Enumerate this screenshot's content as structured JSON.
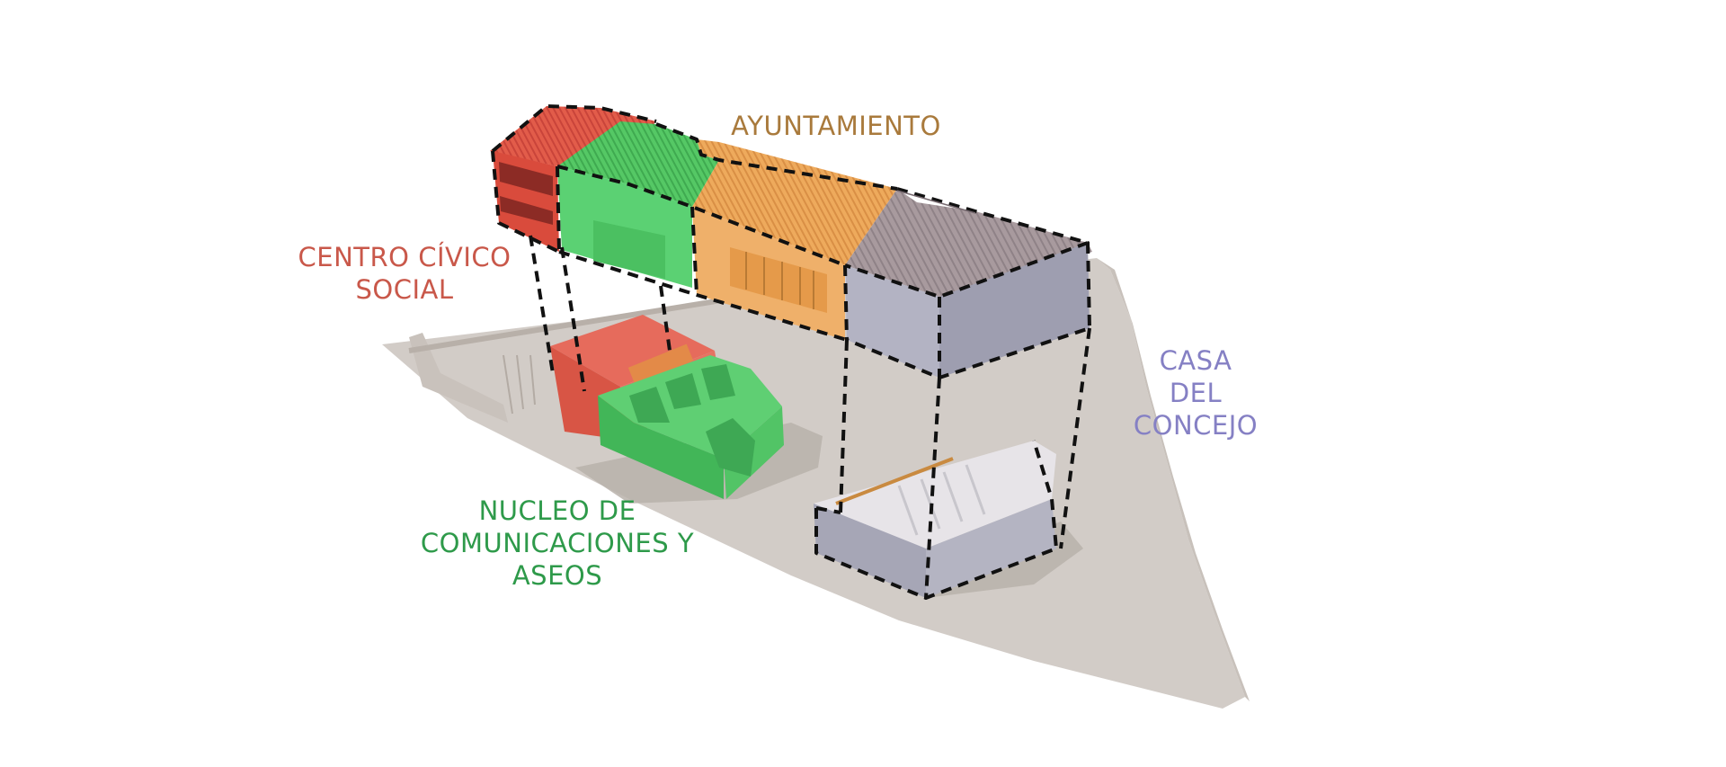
{
  "labels": {
    "ayuntamiento": {
      "lines": [
        "AYUNTAMIENTO"
      ],
      "color": "#a97a3c"
    },
    "centro_civico": {
      "lines": [
        "CENTRO CÍVICO",
        "SOCIAL"
      ],
      "color": "#c9584a"
    },
    "casa_concejo": {
      "lines": [
        "CASA",
        "DEL",
        "CONCEJO"
      ],
      "color": "#8580c4"
    },
    "nucleo": {
      "lines": [
        "NUCLEO DE",
        "COMUNICACIONES Y",
        "ASEOS"
      ],
      "color": "#2e9a4a"
    }
  },
  "colors": {
    "centro_civico_fill": "#e05a4a",
    "nucleo_fill": "#4cc260",
    "ayuntamiento_fill": "#eba85a",
    "casa_concejo_fill": "#a9a9b8",
    "site_ground": "#d3cdc8",
    "shadow": "#bdb5ae",
    "dashed_outline": "#111111"
  }
}
